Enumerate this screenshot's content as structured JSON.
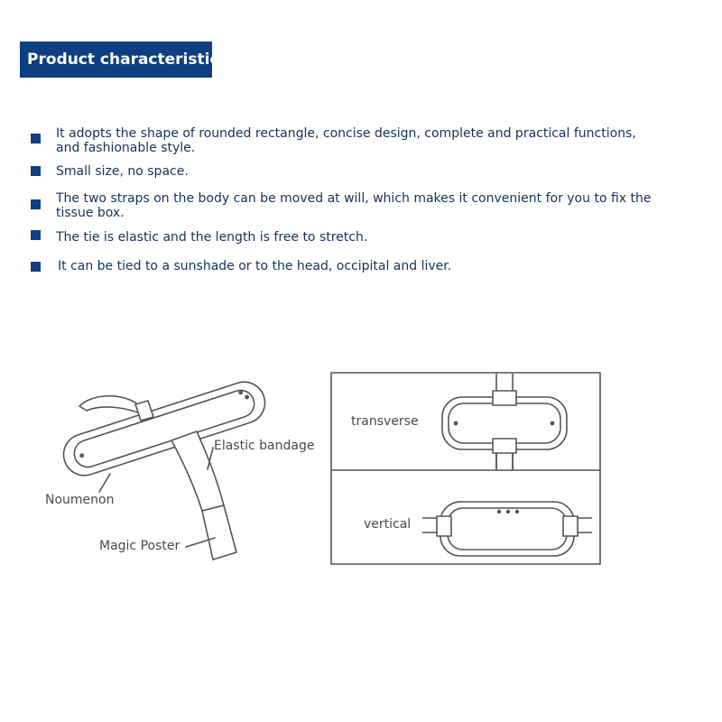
{
  "header": {
    "title": "Product characteristics"
  },
  "features": [
    {
      "text": "It adopts the shape of rounded rectangle, concise design, complete and practical functions,\nand fashionable style."
    },
    {
      "text": "Small size, no space."
    },
    {
      "text": "The two straps on the body can be moved at will, which makes it convenient for you to fix the\ntissue box."
    },
    {
      "text": "The tie is elastic and the length is free to stretch."
    },
    {
      "text": "It can be tied to a sunshade or to the head, occipital and liver."
    }
  ],
  "diagram_left": {
    "labels": {
      "elastic_bandage": "Elastic bandage",
      "noumenon": "Noumenon",
      "magic_poster": "Magic Poster"
    }
  },
  "diagram_right": {
    "labels": {
      "transverse": "transverse",
      "vertical": "vertical"
    }
  },
  "colors": {
    "accent": "#0f3f83",
    "text": "#17315f",
    "line": "#555555"
  }
}
